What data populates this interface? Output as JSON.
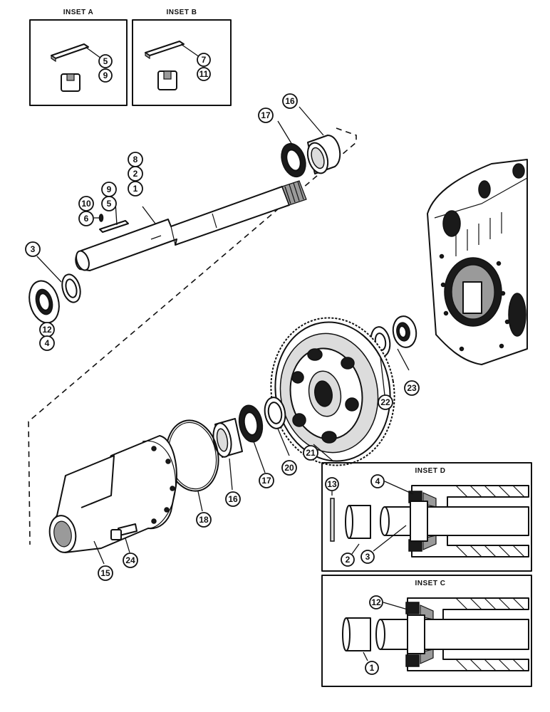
{
  "insets": {
    "a": "INSET A",
    "b": "INSET B",
    "c": "INSET C",
    "d": "INSET D"
  },
  "callouts": {
    "c5a": "5",
    "c9a": "9",
    "c7b": "7",
    "c11b": "11",
    "c16top": "16",
    "c17top": "17",
    "c8": "8",
    "c2": "2",
    "c1": "1",
    "c9": "9",
    "c5": "5",
    "c10": "10",
    "c6": "6",
    "c3": "3",
    "c12": "12",
    "c4": "4",
    "c22": "22",
    "c23": "23",
    "c21": "21",
    "c20": "20",
    "c17": "17",
    "c16": "16",
    "c18": "18",
    "c15": "15",
    "c24": "24",
    "d13": "13",
    "d4": "4",
    "d2": "2",
    "d3": "3",
    "ec12": "12",
    "ec1": "1"
  }
}
